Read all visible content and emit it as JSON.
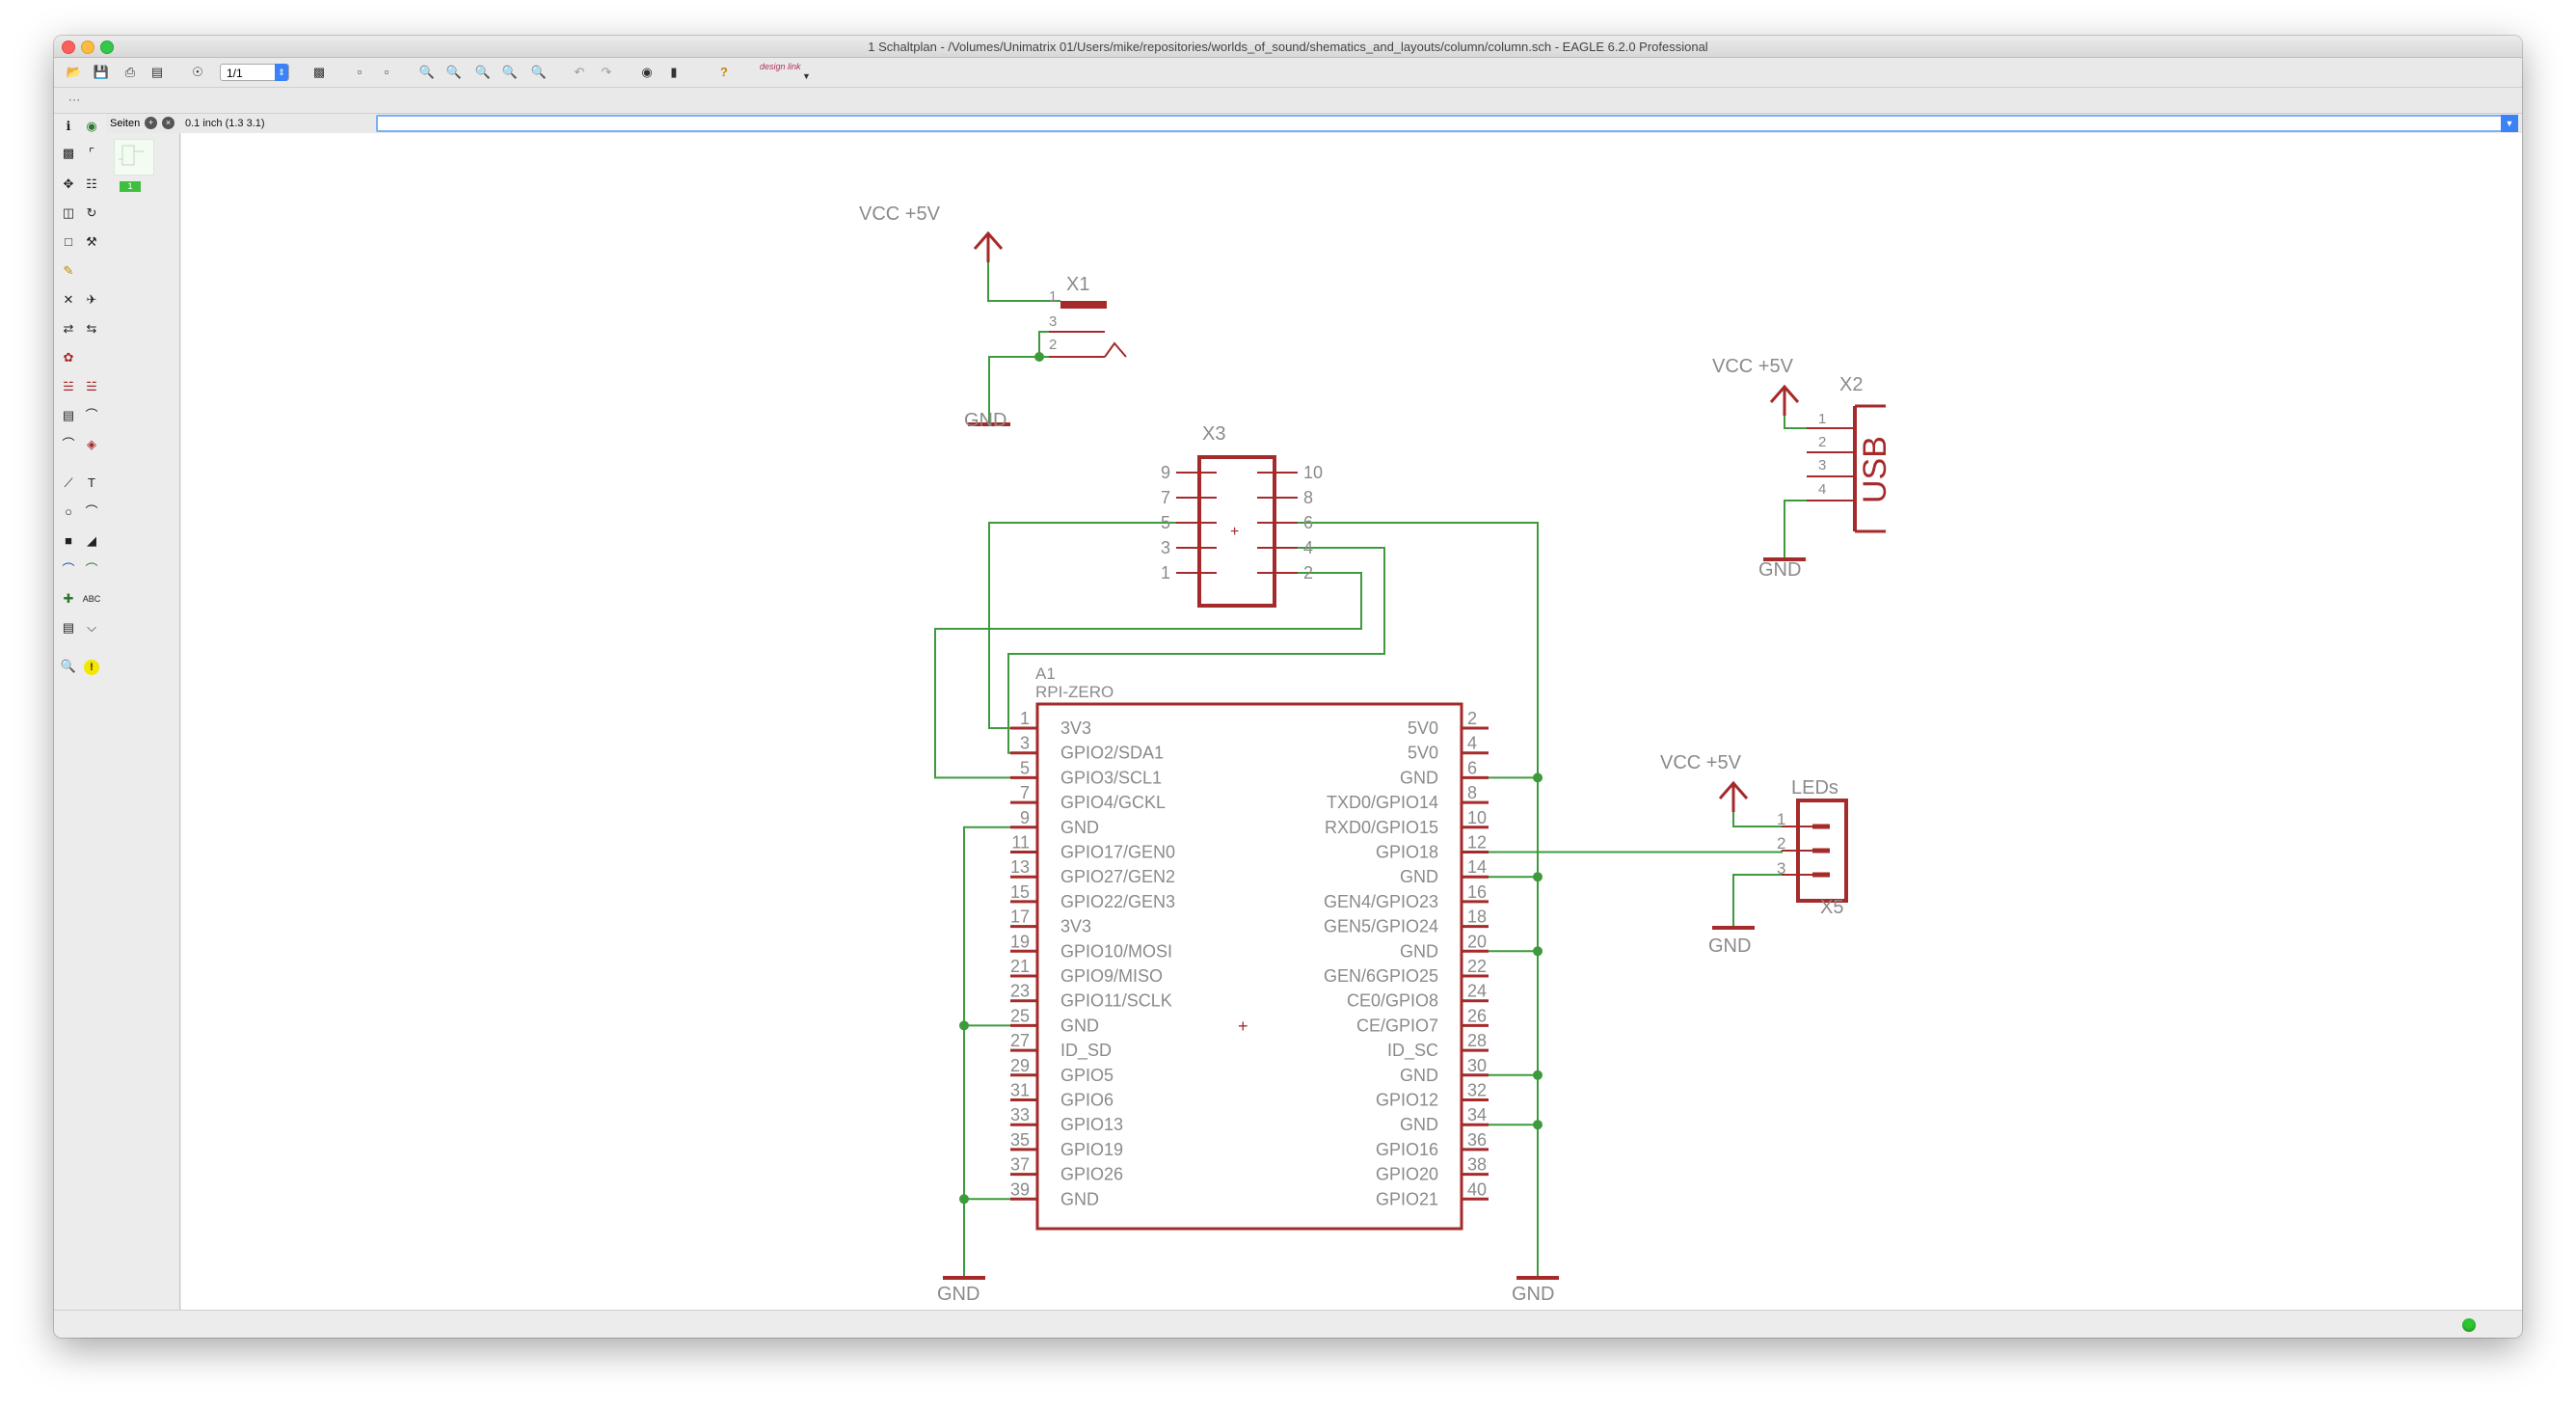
{
  "window": {
    "title": "1 Schaltplan - /Volumes/Unimatrix 01/Users/mike/repositories/worlds_of_sound/shematics_and_layouts/column/column.sch - EAGLE 6.2.0 Professional"
  },
  "toolbar": {
    "sheet_select": "1/1",
    "design_link_label": "design link"
  },
  "pages_panel": {
    "label": "Seiten",
    "page_number": "1"
  },
  "command_bar": {
    "grid_label": "0.1 inch (1.3 3.1)",
    "command_value": ""
  },
  "colors": {
    "part": "#a52a2a",
    "net": "#3d9a3d",
    "text": "#8a8a8a",
    "status_led": "#2fc52f"
  },
  "schematic": {
    "x1": {
      "vcc": "VCC +5V",
      "name": "X1",
      "pins": [
        "1",
        "3",
        "2"
      ],
      "gnd": "GND"
    },
    "x2": {
      "vcc": "VCC +5V",
      "name": "X2",
      "label": "USB",
      "pins": [
        "1",
        "2",
        "3",
        "4"
      ],
      "gnd": "GND"
    },
    "x3": {
      "name": "X3",
      "left_pins": [
        "9",
        "7",
        "5",
        "3",
        "1"
      ],
      "right_pins": [
        "10",
        "8",
        "6",
        "4",
        "2"
      ]
    },
    "x5": {
      "vcc": "VCC +5V",
      "value": "LEDs",
      "name": "X5",
      "pins": [
        "1",
        "2",
        "3"
      ],
      "gnd": "GND"
    },
    "a1": {
      "name": "A1",
      "value": "RPI-ZERO",
      "left_pins": [
        {
          "num": "1",
          "name": "3V3"
        },
        {
          "num": "3",
          "name": "GPIO2/SDA1"
        },
        {
          "num": "5",
          "name": "GPIO3/SCL1"
        },
        {
          "num": "7",
          "name": "GPIO4/GCKL"
        },
        {
          "num": "9",
          "name": "GND"
        },
        {
          "num": "11",
          "name": "GPIO17/GEN0"
        },
        {
          "num": "13",
          "name": "GPIO27/GEN2"
        },
        {
          "num": "15",
          "name": "GPIO22/GEN3"
        },
        {
          "num": "17",
          "name": "3V3"
        },
        {
          "num": "19",
          "name": "GPIO10/MOSI"
        },
        {
          "num": "21",
          "name": "GPIO9/MISO"
        },
        {
          "num": "23",
          "name": "GPIO11/SCLK"
        },
        {
          "num": "25",
          "name": "GND"
        },
        {
          "num": "27",
          "name": "ID_SD"
        },
        {
          "num": "29",
          "name": "GPIO5"
        },
        {
          "num": "31",
          "name": "GPIO6"
        },
        {
          "num": "33",
          "name": "GPIO13"
        },
        {
          "num": "35",
          "name": "GPIO19"
        },
        {
          "num": "37",
          "name": "GPIO26"
        },
        {
          "num": "39",
          "name": "GND"
        }
      ],
      "right_pins": [
        {
          "num": "2",
          "name": "5V0"
        },
        {
          "num": "4",
          "name": "5V0"
        },
        {
          "num": "6",
          "name": "GND"
        },
        {
          "num": "8",
          "name": "TXD0/GPIO14"
        },
        {
          "num": "10",
          "name": "RXD0/GPIO15"
        },
        {
          "num": "12",
          "name": "GPIO18"
        },
        {
          "num": "14",
          "name": "GND"
        },
        {
          "num": "16",
          "name": "GEN4/GPIO23"
        },
        {
          "num": "18",
          "name": "GEN5/GPIO24"
        },
        {
          "num": "20",
          "name": "GND"
        },
        {
          "num": "22",
          "name": "GEN/6GPIO25"
        },
        {
          "num": "24",
          "name": "CE0/GPIO8"
        },
        {
          "num": "26",
          "name": "CE/GPIO7"
        },
        {
          "num": "28",
          "name": "ID_SC"
        },
        {
          "num": "30",
          "name": "GND"
        },
        {
          "num": "32",
          "name": "GPIO12"
        },
        {
          "num": "34",
          "name": "GND"
        },
        {
          "num": "36",
          "name": "GPIO16"
        },
        {
          "num": "38",
          "name": "GPIO20"
        },
        {
          "num": "40",
          "name": "GPIO21"
        }
      ],
      "gnd_left": "GND",
      "gnd_right": "GND"
    }
  }
}
